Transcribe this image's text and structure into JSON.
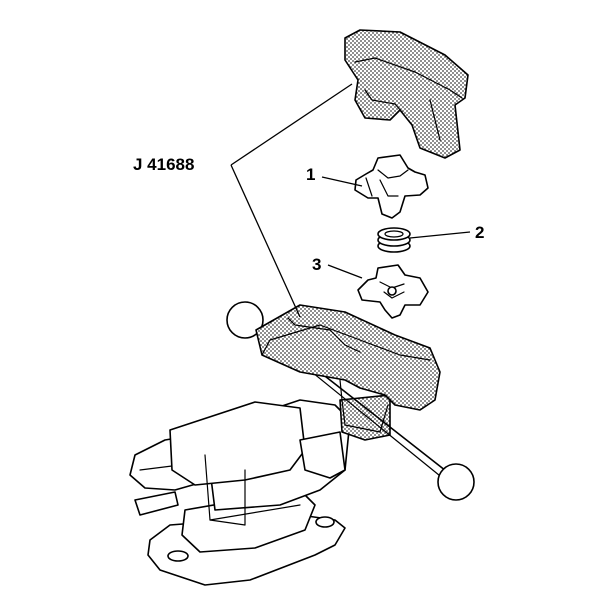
{
  "tool_label": "J 41688",
  "callouts": [
    {
      "id": "1",
      "text": "1"
    },
    {
      "id": "2",
      "text": "2"
    },
    {
      "id": "3",
      "text": "3"
    }
  ],
  "colors": {
    "ink": "#000000",
    "paper": "#ffffff",
    "stipple": "#555555"
  }
}
